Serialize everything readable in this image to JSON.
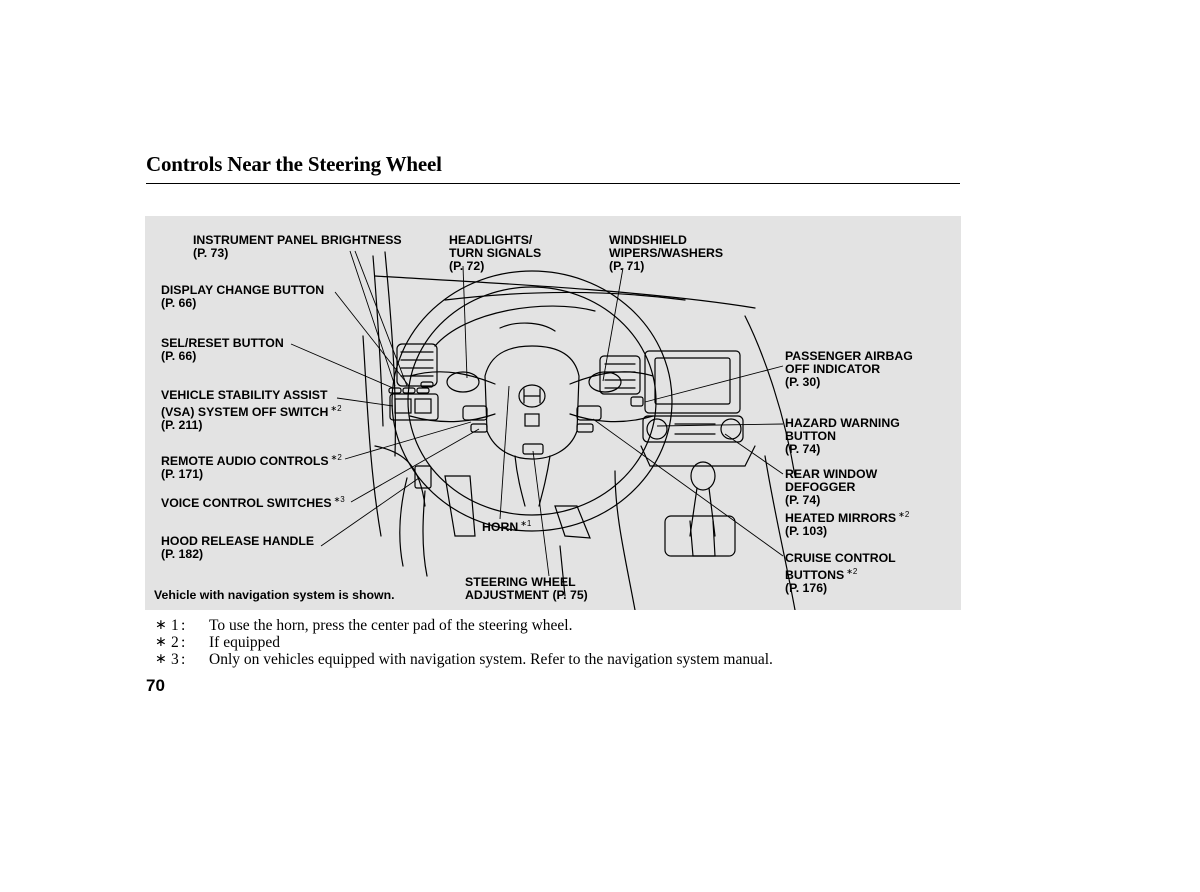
{
  "page": {
    "title": "Controls Near the Steering Wheel",
    "number": "70"
  },
  "callouts": {
    "instrument_panel_brightness": {
      "label": "INSTRUMENT PANEL BRIGHTNESS",
      "ref": "(P. 73)"
    },
    "display_change_button": {
      "label": "DISPLAY CHANGE BUTTON",
      "ref": "(P. 66)"
    },
    "sel_reset_button": {
      "label": "SEL/RESET BUTTON",
      "ref": "(P. 66)"
    },
    "vsa_off_switch": {
      "line1": "VEHICLE STABILITY ASSIST",
      "line2": "(VSA) SYSTEM OFF SWITCH",
      "mark": "∗2",
      "ref": "(P. 211)"
    },
    "remote_audio_controls": {
      "label": "REMOTE AUDIO CONTROLS",
      "mark": "∗2",
      "ref": "(P. 171)"
    },
    "voice_control_switches": {
      "label": "VOICE CONTROL SWITCHES",
      "mark": "∗3"
    },
    "hood_release_handle": {
      "label": "HOOD RELEASE HANDLE",
      "ref": "(P. 182)"
    },
    "headlights_turn_signals": {
      "line1": "HEADLIGHTS/",
      "line2": "TURN SIGNALS",
      "ref": "(P. 72)"
    },
    "windshield_wipers": {
      "line1": "WINDSHIELD",
      "line2": "WIPERS/WASHERS",
      "ref": "(P. 71)"
    },
    "passenger_airbag": {
      "line1": "PASSENGER AIRBAG",
      "line2": "OFF INDICATOR",
      "ref": "(P. 30)"
    },
    "hazard_warning": {
      "line1": "HAZARD WARNING",
      "line2": "BUTTON",
      "ref": "(P. 74)"
    },
    "rear_window_defogger": {
      "line1": "REAR WINDOW",
      "line2": "DEFOGGER",
      "ref": "(P. 74)"
    },
    "heated_mirrors": {
      "label": "HEATED MIRRORS",
      "mark": "∗2",
      "ref": "(P. 103)"
    },
    "cruise_control": {
      "line1": "CRUISE CONTROL",
      "line2": "BUTTONS",
      "mark": "∗2",
      "ref": "(P. 176)"
    },
    "horn": {
      "label": "HORN",
      "mark": "∗1"
    },
    "steering_wheel_adjustment": {
      "line1": "STEERING WHEEL",
      "line2": "ADJUSTMENT  (P. 75)"
    }
  },
  "caption": "Vehicle with navigation system is shown.",
  "footnotes": [
    {
      "symbol": "∗",
      "number": "1",
      "colon": ":",
      "text": "To use the horn, press the center pad of the steering wheel."
    },
    {
      "symbol": "∗",
      "number": "2",
      "colon": ":",
      "text": "If equipped"
    },
    {
      "symbol": "∗",
      "number": "3",
      "colon": ":",
      "text": "Only on vehicles equipped with navigation system. Refer to the navigation system manual."
    }
  ],
  "colors": {
    "diagram_background": "#e3e3e3",
    "line_art": "#000000"
  }
}
